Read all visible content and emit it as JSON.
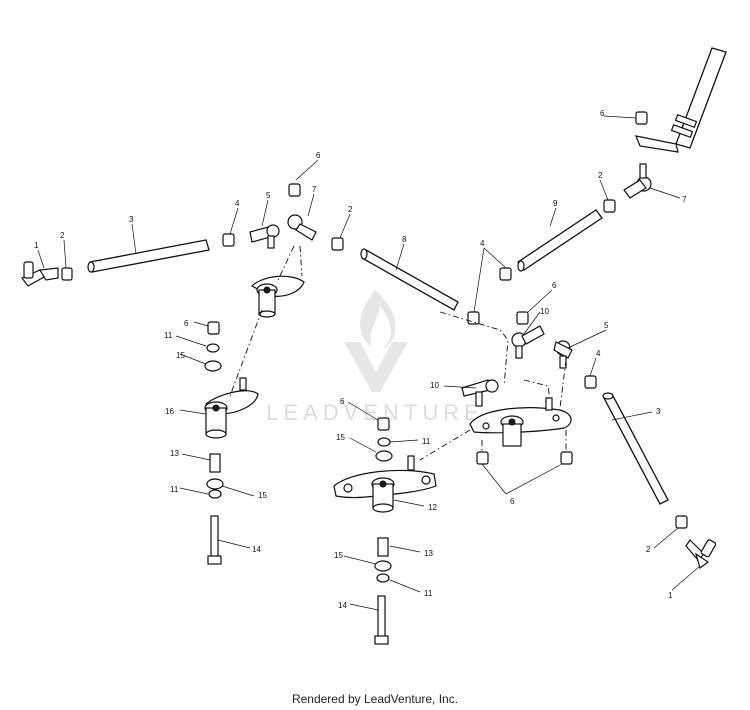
{
  "watermark": {
    "brand_text": "LEADVENTURE",
    "color": "#d9d9d9"
  },
  "footer": {
    "text": "Rendered by LeadVenture, Inc."
  },
  "callouts": [
    {
      "id": "c1a",
      "label": "1"
    },
    {
      "id": "c2a",
      "label": "2"
    },
    {
      "id": "c3a",
      "label": "3"
    },
    {
      "id": "c4a",
      "label": "4"
    },
    {
      "id": "c5a",
      "label": "5"
    },
    {
      "id": "c6a",
      "label": "6"
    },
    {
      "id": "c7a",
      "label": "7"
    },
    {
      "id": "c2b",
      "label": "2"
    },
    {
      "id": "c8",
      "label": "8"
    },
    {
      "id": "c4b",
      "label": "4"
    },
    {
      "id": "c9",
      "label": "9"
    },
    {
      "id": "c6b",
      "label": "6"
    },
    {
      "id": "c2c",
      "label": "2"
    },
    {
      "id": "c7b",
      "label": "7"
    },
    {
      "id": "c6c",
      "label": "6"
    },
    {
      "id": "c10a",
      "label": "10"
    },
    {
      "id": "c5b",
      "label": "5"
    },
    {
      "id": "c4c",
      "label": "4"
    },
    {
      "id": "c6d",
      "label": "6"
    },
    {
      "id": "c11a",
      "label": "11"
    },
    {
      "id": "c15a",
      "label": "15"
    },
    {
      "id": "c16",
      "label": "16"
    },
    {
      "id": "c13a",
      "label": "13"
    },
    {
      "id": "c11b",
      "label": "11"
    },
    {
      "id": "c15b",
      "label": "15"
    },
    {
      "id": "c14a",
      "label": "14"
    },
    {
      "id": "c10b",
      "label": "10"
    },
    {
      "id": "c6e",
      "label": "6"
    },
    {
      "id": "c11c",
      "label": "11"
    },
    {
      "id": "c15c",
      "label": "15"
    },
    {
      "id": "c12",
      "label": "12"
    },
    {
      "id": "c6f",
      "label": "6"
    },
    {
      "id": "c3b",
      "label": "3"
    },
    {
      "id": "c13b",
      "label": "13"
    },
    {
      "id": "c15d",
      "label": "15"
    },
    {
      "id": "c11d",
      "label": "11"
    },
    {
      "id": "c14b",
      "label": "14"
    },
    {
      "id": "c2d",
      "label": "2"
    },
    {
      "id": "c1b",
      "label": "1"
    }
  ]
}
